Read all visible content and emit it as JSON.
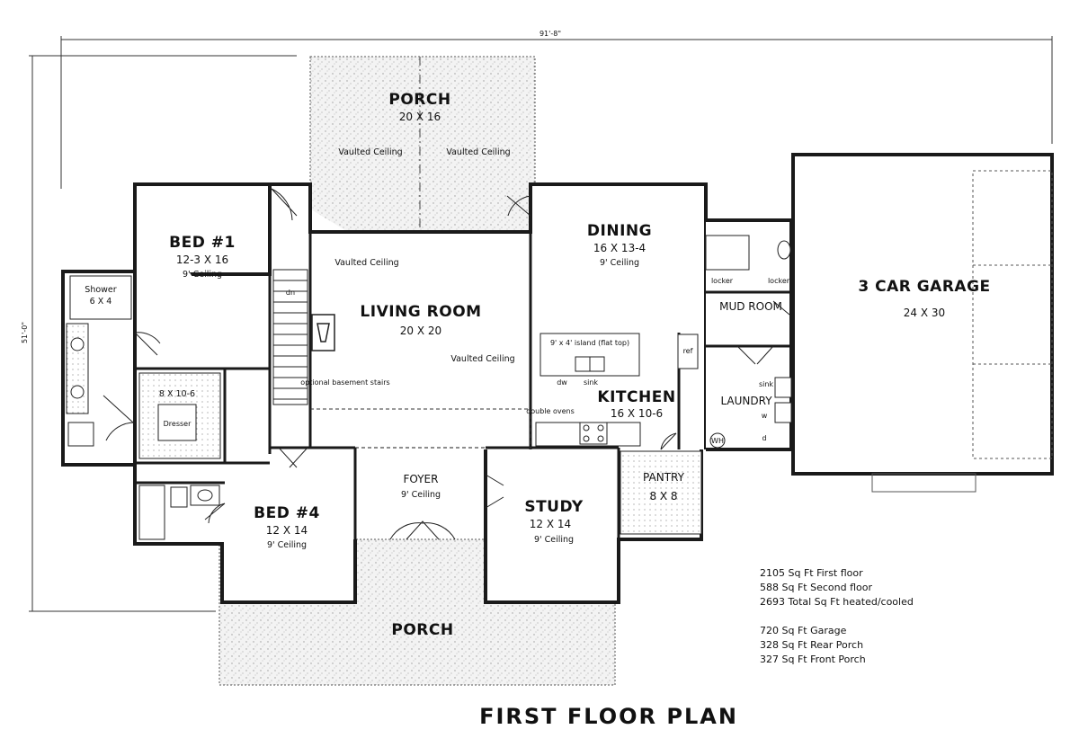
{
  "dimensions": {
    "width_total": "91'-8\"",
    "depth_total": "51'-0\""
  },
  "rooms": {
    "rear_porch": {
      "name": "PORCH",
      "size": "20 X 16",
      "note_left": "Vaulted Ceiling",
      "note_right": "Vaulted Ceiling"
    },
    "bed1": {
      "name": "BED #1",
      "size": "12-3 X 16",
      "ceiling": "9' Ceiling"
    },
    "shower": {
      "name": "Shower",
      "size": "6 X 4"
    },
    "closet": {
      "size": "8 X 10-6",
      "dresser": "Dresser"
    },
    "living": {
      "name": "LIVING ROOM",
      "size": "20 X 20",
      "note_left": "Vaulted Ceiling",
      "note_right": "Vaulted Ceiling"
    },
    "stairs": {
      "note": "optional basement stairs",
      "marker": "dn"
    },
    "dining": {
      "name": "DINING",
      "size": "16 X 13-4",
      "ceiling": "9' Ceiling"
    },
    "kitchen": {
      "name": "KITCHEN",
      "size": "16 X 10-6",
      "island": "9' x 4' island (flat top)",
      "dw": "dw",
      "sink": "sink",
      "ovens": "double ovens",
      "ref": "ref"
    },
    "mud_room": {
      "name": "MUD ROOM",
      "locker_left": "locker",
      "locker_right": "locker"
    },
    "laundry": {
      "name": "LAUNDRY",
      "sink": "sink",
      "w": "w",
      "d": "d",
      "wh": "WH"
    },
    "pantry": {
      "name": "PANTRY",
      "size": "8 X 8"
    },
    "garage": {
      "name": "3 CAR GARAGE",
      "size": "24 X 30"
    },
    "foyer": {
      "name": "FOYER",
      "ceiling": "9' Ceiling"
    },
    "study": {
      "name": "STUDY",
      "size": "12 X 14",
      "ceiling": "9' Ceiling"
    },
    "bed4": {
      "name": "BED #4",
      "size": "12 X 14",
      "ceiling": "9' Ceiling"
    },
    "front_porch": {
      "name": "PORCH"
    }
  },
  "stats": [
    "2105 Sq Ft First floor",
    "588 Sq Ft Second floor",
    "2693 Total Sq Ft heated/cooled",
    "720 Sq Ft Garage",
    "328 Sq Ft Rear Porch",
    "327 Sq Ft Front Porch"
  ],
  "title": "FIRST FLOOR PLAN",
  "colors": {
    "wall": "#1a1a1a",
    "fill": "#ffffff",
    "porch_fill": "#efefef",
    "line": "#222222"
  }
}
